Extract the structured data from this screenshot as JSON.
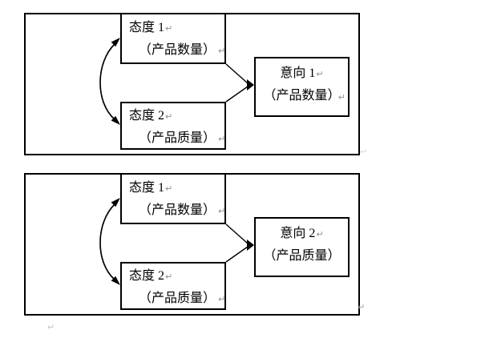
{
  "colors": {
    "line": "#000000",
    "box_border": "#000000",
    "return_mark": "#8f8f8f",
    "background": "#ffffff"
  },
  "panels": [
    {
      "attitude1": {
        "line1": "态度 1",
        "line1_mark": "↵",
        "line2": "（产品数量）",
        "line2_mark": "↵"
      },
      "attitude2": {
        "line1": "态度 2",
        "line1_mark": "↵",
        "line2": "（产品质量）",
        "line2_mark": "↵"
      },
      "intention": {
        "line1": "意向 1",
        "line1_mark": "↵",
        "line2": "（产品数量）",
        "line2_mark": "↵"
      }
    },
    {
      "attitude1": {
        "line1": "态度 1",
        "line1_mark": "↵",
        "line2": "（产品数量）",
        "line2_mark": "↵"
      },
      "attitude2": {
        "line1": "态度 2",
        "line1_mark": "↵",
        "line2": "（产品质量）",
        "line2_mark": "↵"
      },
      "intention": {
        "line1": "意向 2",
        "line1_mark": "↵",
        "line2": "（产品质量）",
        "line2_mark": ""
      }
    }
  ],
  "stray_marks": [
    {
      "text": "↵"
    },
    {
      "text": "↵"
    },
    {
      "text": "↵"
    }
  ]
}
